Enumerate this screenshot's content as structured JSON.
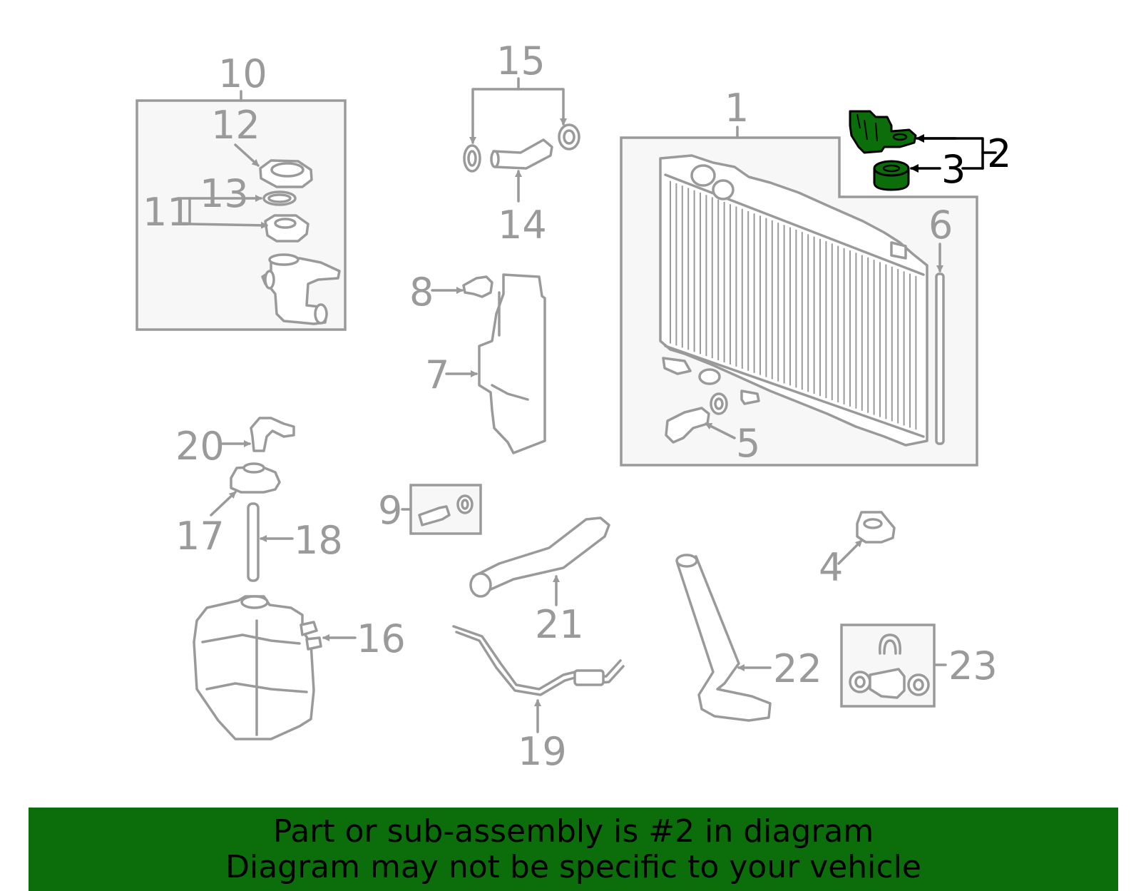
{
  "banner": {
    "line1": "Part or sub-assembly is #2 in diagram",
    "line2": "Diagram may not be specific to your vehicle"
  },
  "colors": {
    "highlight": "#0b6e0b",
    "outline": "#9a9a9a",
    "highlight_outline": "#000000",
    "box_fill": "#f7f7f7"
  },
  "callouts": {
    "c1": "1",
    "c2": "2",
    "c3": "3",
    "c4": "4",
    "c5": "5",
    "c6": "6",
    "c7": "7",
    "c8": "8",
    "c9": "9",
    "c10": "10",
    "c11": "11",
    "c12": "12",
    "c13": "13",
    "c14": "14",
    "c15": "15",
    "c16": "16",
    "c17": "17",
    "c18": "18",
    "c19": "19",
    "c20": "20",
    "c21": "21",
    "c22": "22",
    "c23": "23"
  },
  "highlighted_part": "2"
}
